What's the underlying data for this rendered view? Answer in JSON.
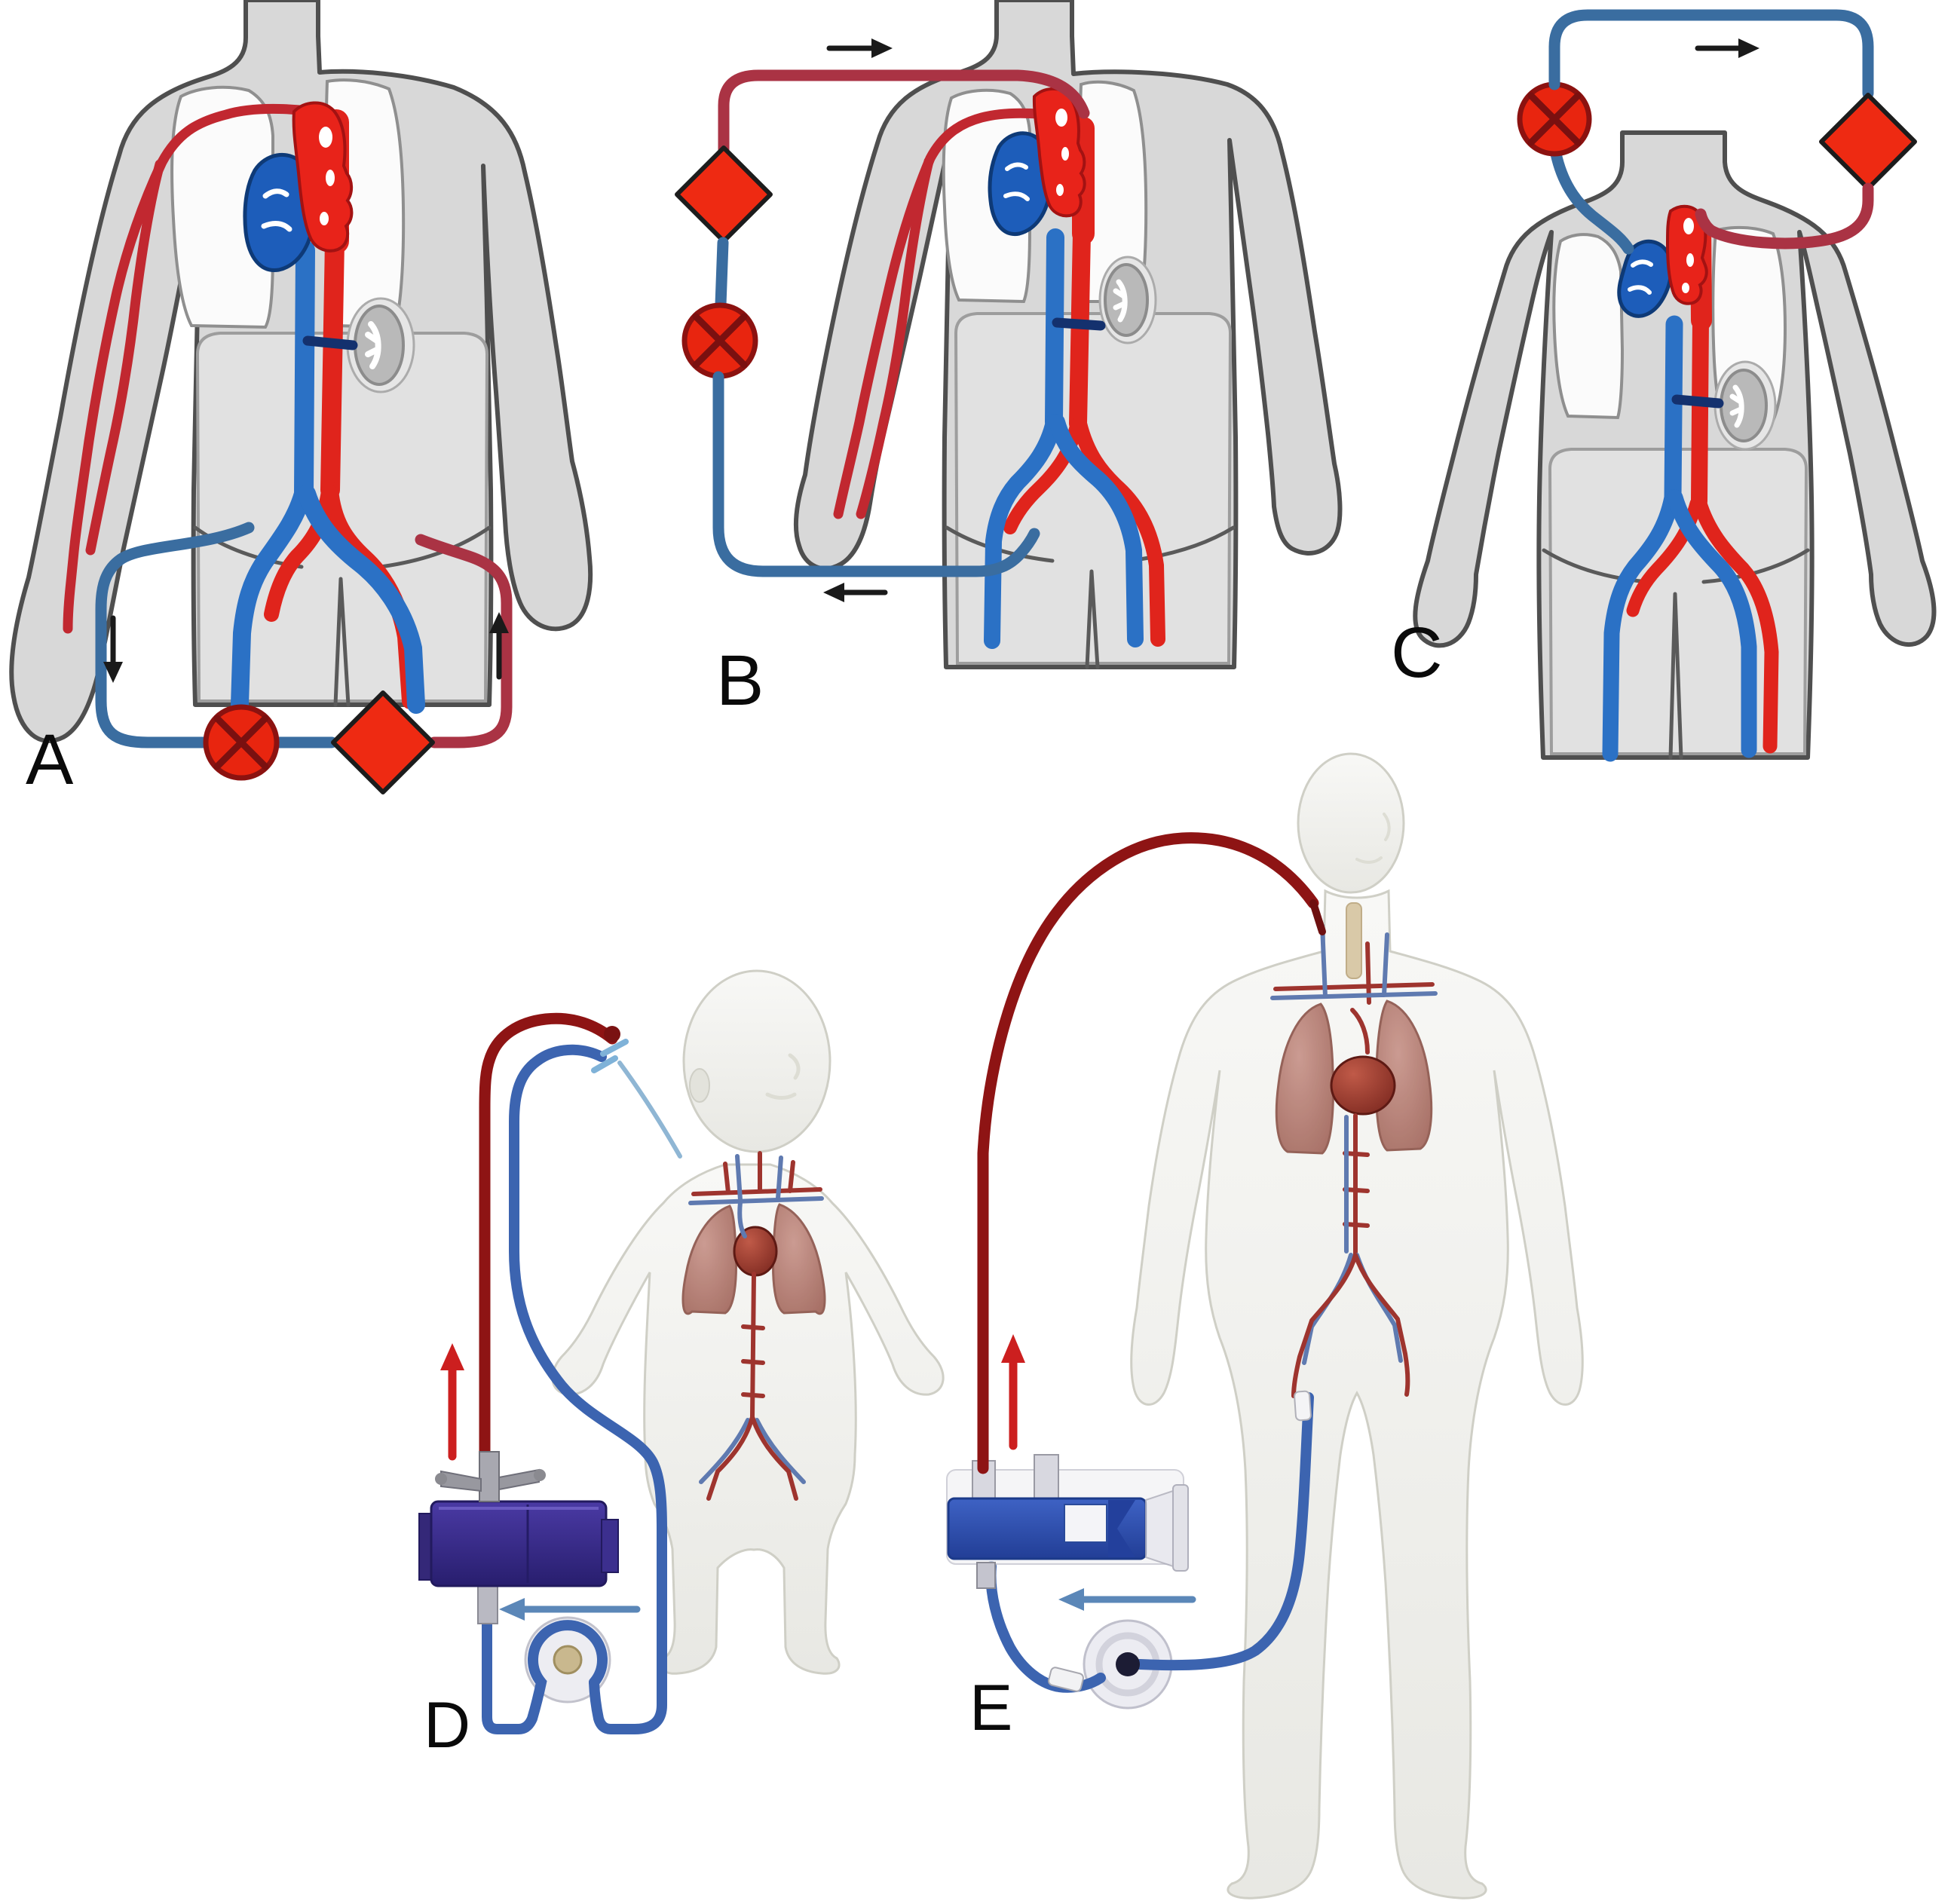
{
  "figure": {
    "panels": [
      {
        "label": "A"
      },
      {
        "label": "B"
      },
      {
        "label": "C"
      },
      {
        "label": "D"
      },
      {
        "label": "E"
      }
    ]
  },
  "icons": [
    {
      "name": "pump-icon",
      "glyph": "circle-with-x",
      "color": "#e8250f"
    },
    {
      "name": "oxygenator-icon",
      "glyph": "diamond",
      "color": "#ee2a12"
    },
    {
      "name": "flow-arrow-icon",
      "glyph": "arrow"
    }
  ],
  "palette": {
    "background": "#ffffff",
    "silhouette_gray": "#d8d8d8",
    "silhouette_outline": "#4f4f4f",
    "artery_red": "#e0241c",
    "vein_blue": "#2b71c5",
    "dark_vein_navy": "#14316e",
    "circuit_venous_blue": "#3a6da0",
    "circuit_arterial_red": "#aa3344",
    "pump_red": "#e8250f",
    "oxygenator_red": "#ee2a12",
    "arrow_black": "#1a1a1a",
    "flow_arrow_red": "#cc1f1f",
    "flow_arrow_blue": "#5b87b8",
    "device_indigo": "#3a2d8c",
    "device_blue": "#2d50b5",
    "body_3d_gray": "#f2f2ee",
    "lung_brown": "#b5756b",
    "heart_dark_red": "#7e2a24",
    "label_color": "#0a0a0a"
  }
}
